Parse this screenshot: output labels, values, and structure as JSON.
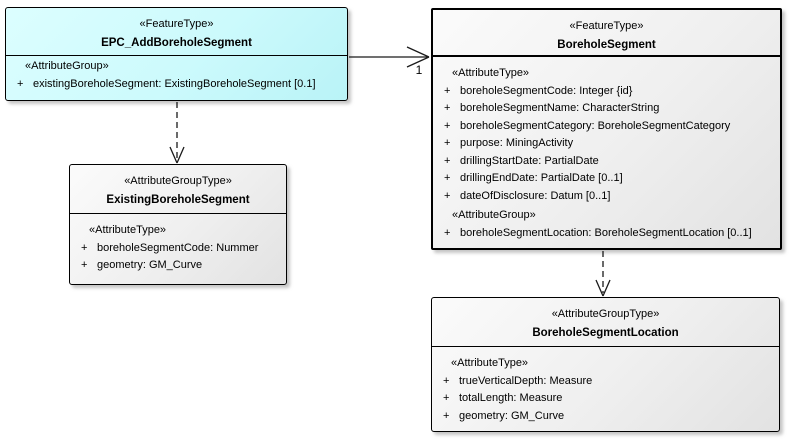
{
  "diagram": {
    "type": "uml-class-diagram",
    "boxes": [
      {
        "id": "epc-addboreholesegment",
        "stereotype": "«FeatureType»",
        "name": "EPC_AddBoreholeSegment",
        "fill": "#ccfafc",
        "groups": [
          {
            "stereotype": "«AttributeGroup»",
            "attributes": [
              {
                "vis": "+",
                "text": "existingBoreholeSegment: ExistingBoreholeSegment [0.1]"
              }
            ]
          }
        ]
      },
      {
        "id": "boreholesegment",
        "stereotype": "«FeatureType»",
        "name": "BoreholeSegment",
        "fill": "#efefef",
        "groups": [
          {
            "stereotype": "«AttributeType»",
            "attributes": [
              {
                "vis": "+",
                "text": "boreholeSegmentCode: Integer {id}"
              },
              {
                "vis": "+",
                "text": "boreholeSegmentName: CharacterString"
              },
              {
                "vis": "+",
                "text": "boreholeSegmentCategory: BoreholeSegmentCategory"
              },
              {
                "vis": "+",
                "text": "purpose: MiningActivity"
              },
              {
                "vis": "+",
                "text": "drillingStartDate: PartialDate"
              },
              {
                "vis": "+",
                "text": "drillingEndDate: PartialDate [0..1]"
              },
              {
                "vis": "+",
                "text": "dateOfDisclosure: Datum [0..1]"
              }
            ]
          },
          {
            "stereotype": "«AttributeGroup»",
            "attributes": [
              {
                "vis": "+",
                "text": "boreholeSegmentLocation: BoreholeSegmentLocation [0..1]"
              }
            ]
          }
        ]
      },
      {
        "id": "existingboreholesegment",
        "stereotype": "«AttributeGroupType»",
        "name": "ExistingBoreholeSegment",
        "fill": "#efefef",
        "groups": [
          {
            "stereotype": "«AttributeType»",
            "attributes": [
              {
                "vis": "+",
                "text": "boreholeSegmentCode: Nummer"
              },
              {
                "vis": "+",
                "text": "geometry: GM_Curve"
              }
            ]
          }
        ]
      },
      {
        "id": "boreholesegmentlocation",
        "stereotype": "«AttributeGroupType»",
        "name": "BoreholeSegmentLocation",
        "fill": "#efefef",
        "groups": [
          {
            "stereotype": "«AttributeType»",
            "attributes": [
              {
                "vis": "+",
                "text": "trueVerticalDepth: Measure"
              },
              {
                "vis": "+",
                "text": "totalLength: Measure"
              },
              {
                "vis": "+",
                "text": "geometry: GM_Curve"
              }
            ]
          }
        ]
      }
    ],
    "connectors": [
      {
        "kind": "association-solid-open-arrow",
        "from": "EPC_AddBoreholeSegment",
        "to": "BoreholeSegment",
        "target_multiplicity": "1"
      },
      {
        "kind": "dependency-dashed-open-arrow",
        "from": "EPC_AddBoreholeSegment",
        "to": "ExistingBoreholeSegment"
      },
      {
        "kind": "dependency-dashed-open-arrow",
        "from": "BoreholeSegment",
        "to": "BoreholeSegmentLocation"
      }
    ],
    "colors": {
      "accent_fill": "#ccfafc",
      "gray_fill": "#efefef",
      "border": "#000000",
      "shadow": "#969696",
      "background": "#ffffff"
    }
  }
}
